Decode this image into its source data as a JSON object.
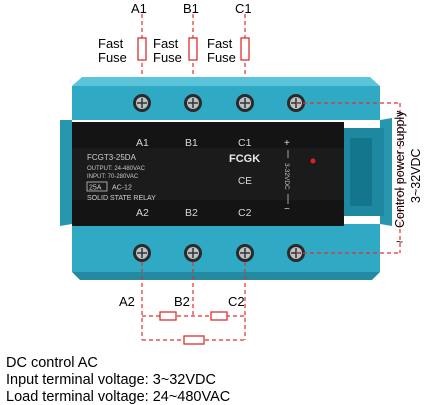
{
  "labels": {
    "phase_top": [
      "A1",
      "B1",
      "C1"
    ],
    "fuse_word1": "Fast",
    "fuse_word2": "Fuse",
    "phase_bottom": [
      "A2",
      "B2",
      "C2"
    ],
    "control_line1": "Control power supply",
    "control_line2": "3~32VDC",
    "tilde": "~"
  },
  "relay": {
    "terminals_top": [
      "A1",
      "B1",
      "C1"
    ],
    "terminals_bottom": [
      "A2",
      "B2",
      "C2"
    ],
    "model": "FCGT3-25DA",
    "output": "OUTPUT: 24-480VAC",
    "input": "INPUT: 70-280VAC",
    "rating": "25A",
    "ac_class": "AC-12",
    "type": "SOLID STATE RELAY",
    "brand": "FCGK",
    "ce_mark": "CE",
    "dc_range": "3-32VDC",
    "plus_sign": "+",
    "minus_sign": "−",
    "colors": {
      "housing": "#2fa9c4",
      "face": "#141414",
      "led": "#e02020",
      "wire": "#e03030"
    }
  },
  "captions": [
    "DC control AC",
    "Input terminal voltage: 3~32VDC",
    "Load terminal voltage: 24~480VAC"
  ]
}
